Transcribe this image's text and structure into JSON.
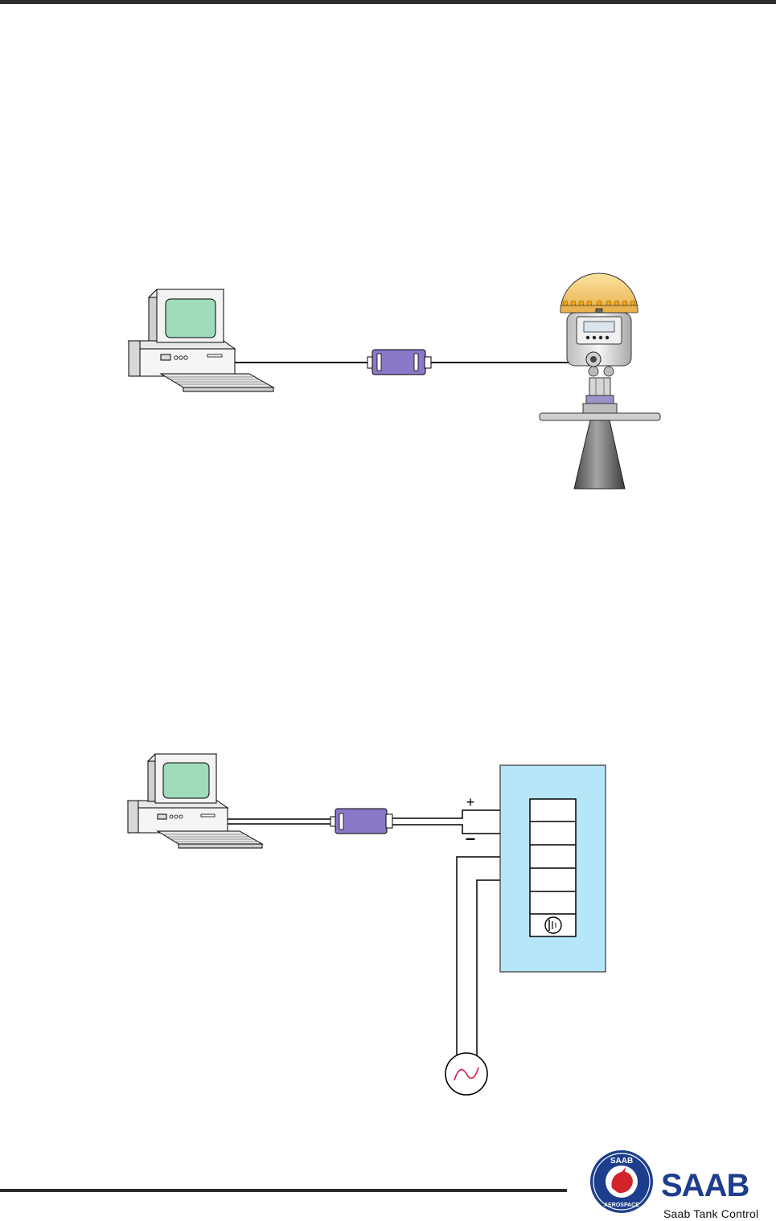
{
  "page": {
    "brand": "Saab Tank Control"
  },
  "colors": {
    "screen": "#9fdcbc",
    "converter": "#8b78c9",
    "terminal_box": "#b6e6f7",
    "dome": "#f3cd72",
    "dome_holes": "#f0a418",
    "saab_blue": "#1d3e8c",
    "saab_red": "#d3232a",
    "ac_wave": "#cc2244"
  },
  "terminal_box": {
    "plus": "+",
    "minus": "–"
  },
  "logo": {
    "emblem_top": "SAAB",
    "emblem_bottom": "AEROSPACE",
    "wordmark": "SAAB"
  },
  "icons": [
    "computer-icon",
    "usb-converter-icon",
    "radar-gauge-icon",
    "ground-symbol-icon",
    "ac-source-icon"
  ]
}
